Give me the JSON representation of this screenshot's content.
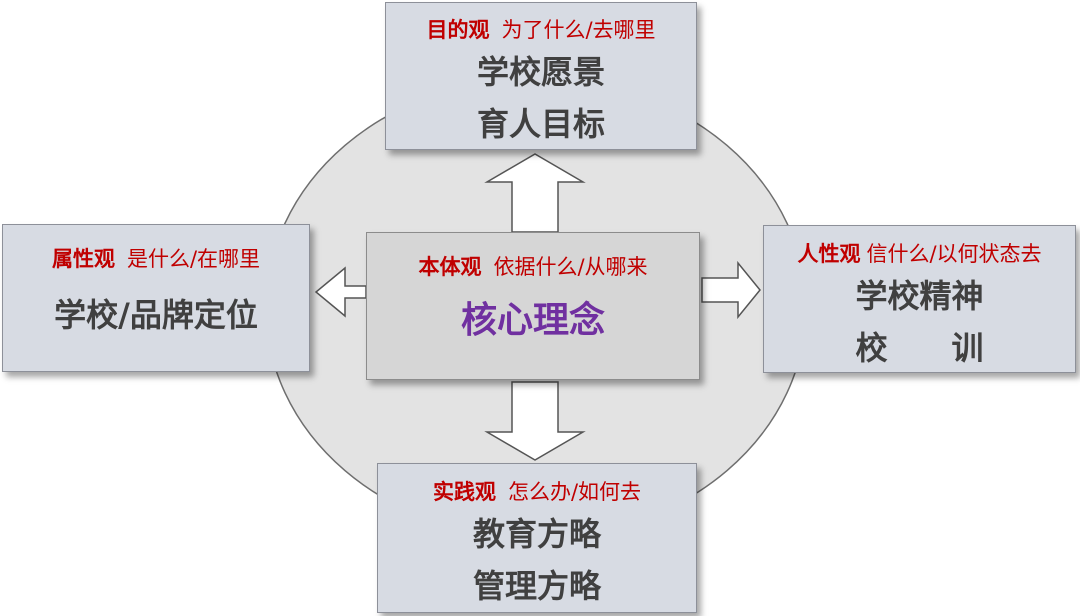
{
  "colors": {
    "tag_red": "#c00000",
    "main_text": "#404040",
    "core_purple": "#7030a0",
    "box_fill": "#d7dbe3",
    "center_fill": "#d6d6d6",
    "circle_fill": "#e3e3e3"
  },
  "top": {
    "tag": "目的观",
    "subtitle": "为了什么/去哪里",
    "lines": [
      "学校愿景",
      "育人目标"
    ]
  },
  "left": {
    "tag": "属性观",
    "subtitle": "是什么/在哪里",
    "lines": [
      "学校/品牌定位"
    ]
  },
  "center": {
    "tag": "本体观",
    "subtitle": "依据什么/从哪来",
    "lines": [
      "核心理念"
    ]
  },
  "right": {
    "tag": "人性观",
    "subtitle": "信什么/以何状态去",
    "lines": [
      "学校精神",
      "校训"
    ]
  },
  "bottom": {
    "tag": "实践观",
    "subtitle": "怎么办/如何去",
    "lines": [
      "教育方略",
      "管理方略"
    ]
  }
}
